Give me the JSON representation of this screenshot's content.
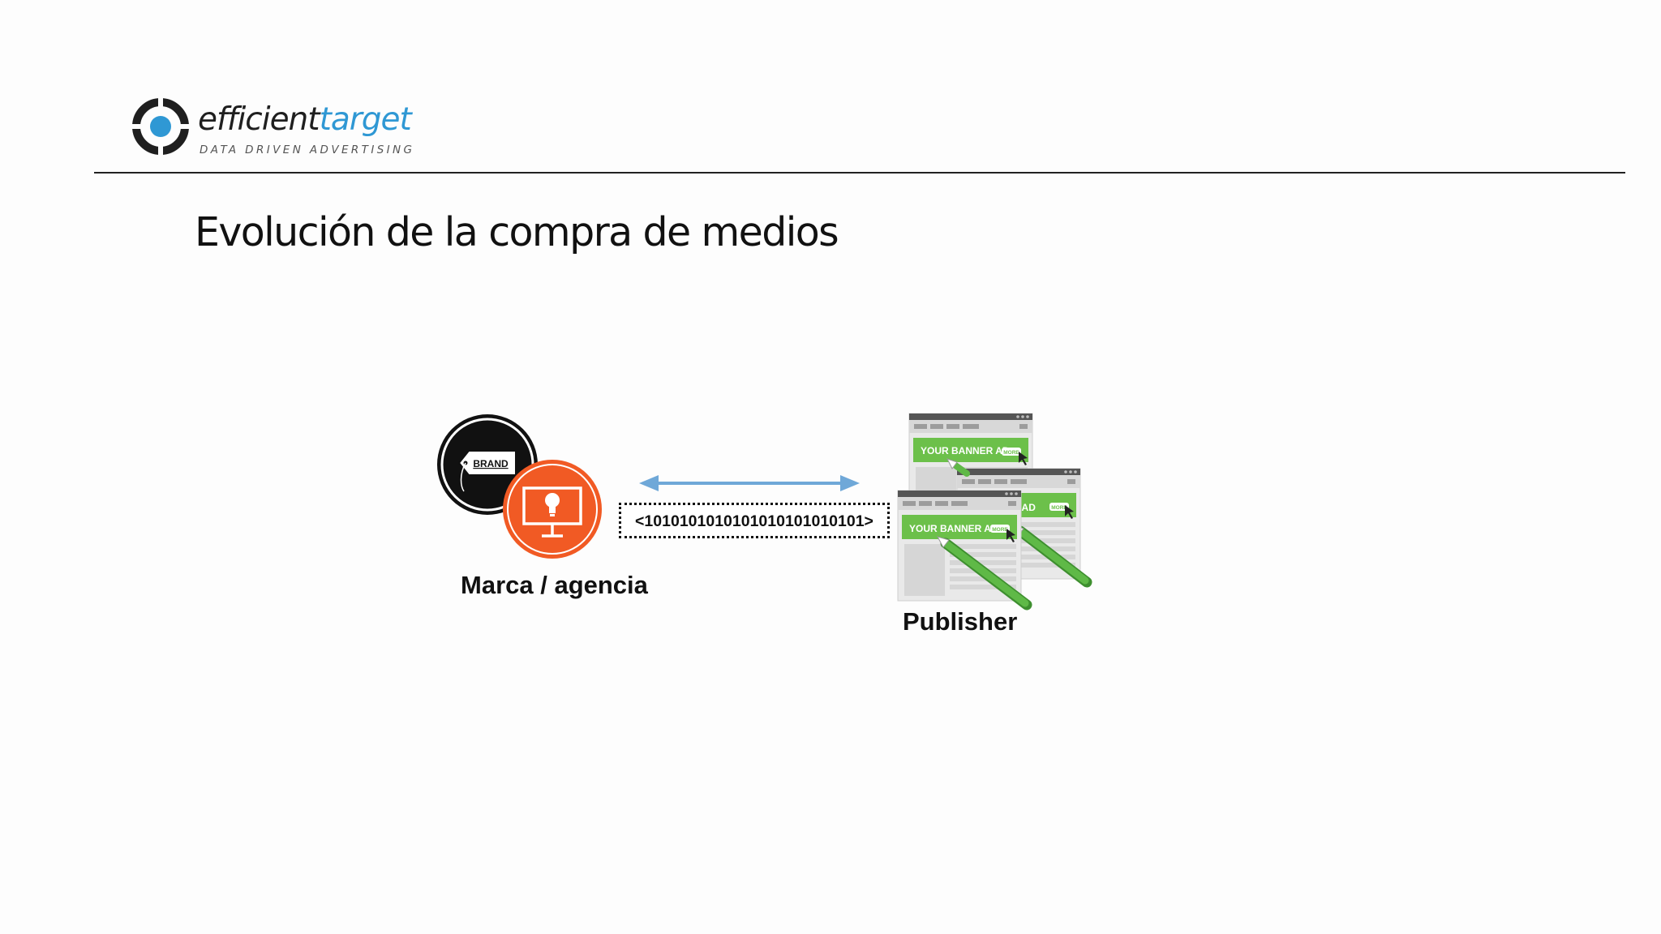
{
  "logo": {
    "word_part1": "efficient",
    "word_part2": "target",
    "tagline": "DATA DRIVEN ADVERTISING",
    "colors": {
      "dark": "#1f1f1f",
      "accent": "#2f98d4"
    }
  },
  "slide": {
    "title": "Evolución de la compra de medios"
  },
  "diagram": {
    "brand_badge_text": "BRAND",
    "brand_node_label": "Marca / agencia",
    "publisher_label": "Publisher",
    "code_text": "<1010101010101010101010101>",
    "banner_text": "YOUR BANNER AD",
    "banner_more": "MORE",
    "banner_partial": "R AD",
    "icons": [
      "brand-tag-icon",
      "monitor-lightbulb-icon",
      "double-arrow-icon",
      "browser-window-icon",
      "green-pen-icon"
    ],
    "colors": {
      "orange": "#f15a24",
      "arrow": "#6fa8d8",
      "banner_green": "#6cc04a",
      "pen_green": "#5fb947"
    }
  }
}
